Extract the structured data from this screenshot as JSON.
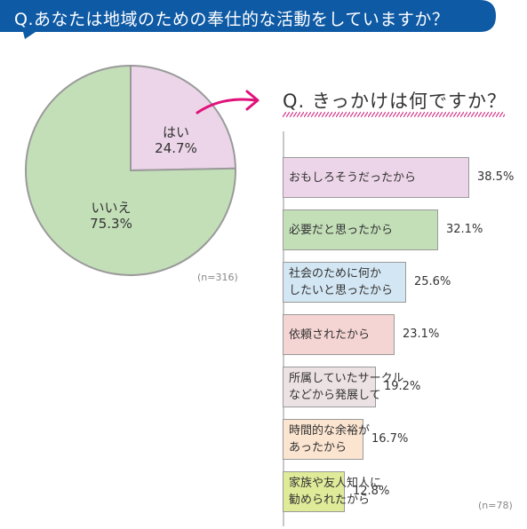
{
  "header": {
    "question1": "Q.あなたは地域のための奉仕的な活動をしていますか？"
  },
  "pie": {
    "n_label": "(n=316)",
    "slices": [
      {
        "label": "はい",
        "value_text": "24.7%",
        "value": 24.7,
        "color": "#ecd5e8"
      },
      {
        "label": "いいえ",
        "value_text": "75.3%",
        "value": 75.3,
        "color": "#c3dfb8"
      }
    ]
  },
  "question2": "Q.  きっかけは何ですか？",
  "colors": {
    "banner": "#0f5aa5",
    "arrow": "#e0127a",
    "pie_stroke": "#9a9a9a",
    "underline": "#d63a8a"
  },
  "chart_data": [
    {
      "type": "pie",
      "categories": [
        "はい",
        "いいえ"
      ],
      "values": [
        24.7,
        75.3
      ],
      "note": "(n=316)"
    },
    {
      "type": "bar",
      "orientation": "horizontal",
      "categories": [
        "おもしろそうだったから",
        "必要だと思ったから",
        "社会のために何か\nしたいと思ったから",
        "依頼されたから",
        "所属していたサークル\nなどから発展して",
        "時間的な余裕が\nあったから",
        "家族や友人知人に\n勧められたから"
      ],
      "values": [
        38.5,
        32.1,
        25.6,
        23.1,
        19.2,
        16.7,
        12.8
      ],
      "value_labels": [
        "38.5%",
        "32.1%",
        "25.6%",
        "23.1%",
        "19.2%",
        "16.7%",
        "12.8%"
      ],
      "colors": [
        "#ecd5e8",
        "#c3dfb8",
        "#d3e6f3",
        "#f5d5d4",
        "#ece2e4",
        "#fbe4d0",
        "#dfeb98"
      ],
      "xlim": [
        0,
        45
      ],
      "note": "(n=78)"
    }
  ]
}
